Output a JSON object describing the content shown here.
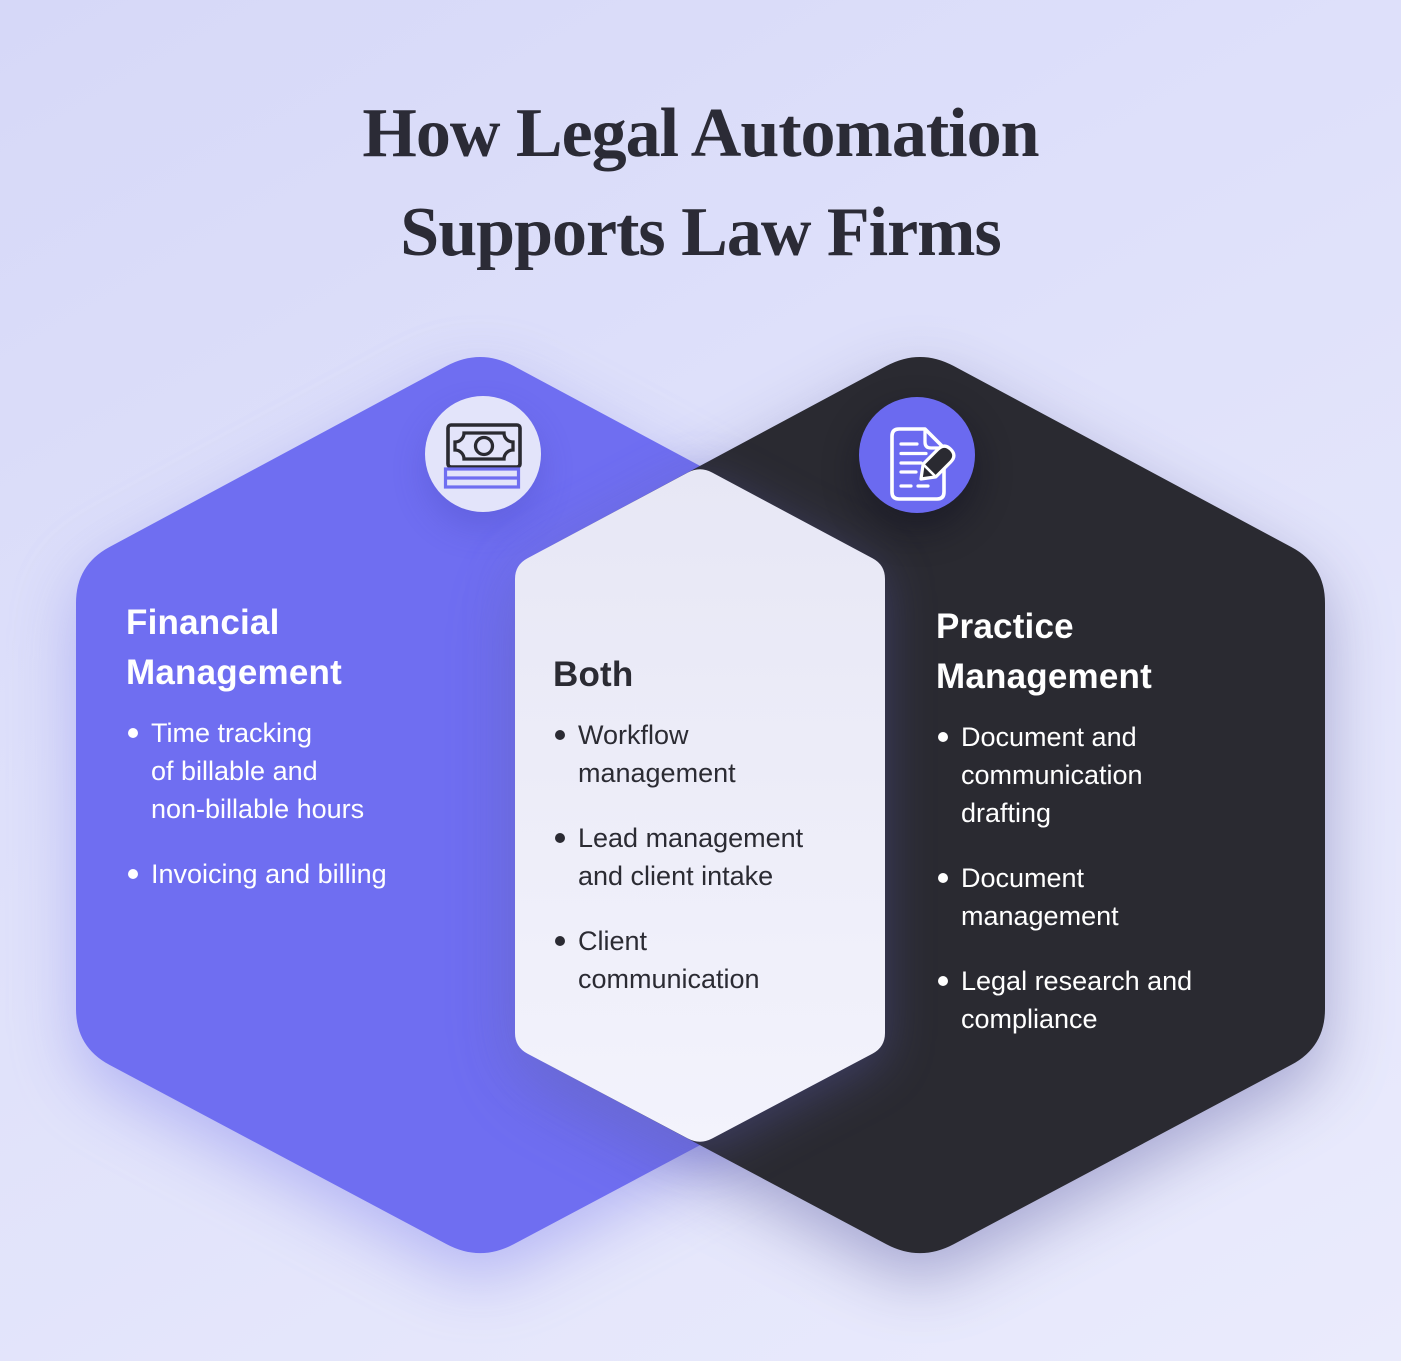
{
  "title": {
    "line1": "How Legal Automation",
    "line2": "Supports Law Firms"
  },
  "sections": [
    {
      "id": "financial",
      "heading": "Financial\nManagement",
      "icon": "money-stack-icon",
      "items": [
        "Time tracking\nof billable and\nnon-billable hours",
        "Invoicing and billing"
      ]
    },
    {
      "id": "both",
      "heading": "Both",
      "items": [
        "Workflow\nmanagement",
        "Lead management\nand client intake",
        "Client\ncommunication"
      ]
    },
    {
      "id": "practice",
      "heading": "Practice\nManagement",
      "icon": "document-pencil-icon",
      "items": [
        "Document and\ncommunication\ndrafting",
        "Document\nmanagement",
        "Legal research and\ncompliance"
      ]
    }
  ],
  "colors": {
    "background_top": "#d6d8f8",
    "background_bottom": "#eaebfc",
    "financial_hex": "#6f6ef1",
    "practice_hex": "#2a2a31",
    "lens_top": "#e7e7f5",
    "lens_bottom": "#f3f3fc",
    "icon_badge_light": "#e3e4fa",
    "icon_badge_purple": "#6b6af0",
    "icon_stroke_dark": "#2a2a31",
    "icon_stroke_purple": "#6f6ef1",
    "title_text": "#2b2b36",
    "dark_text": "#2b2b33",
    "light_text": "#ffffff"
  }
}
